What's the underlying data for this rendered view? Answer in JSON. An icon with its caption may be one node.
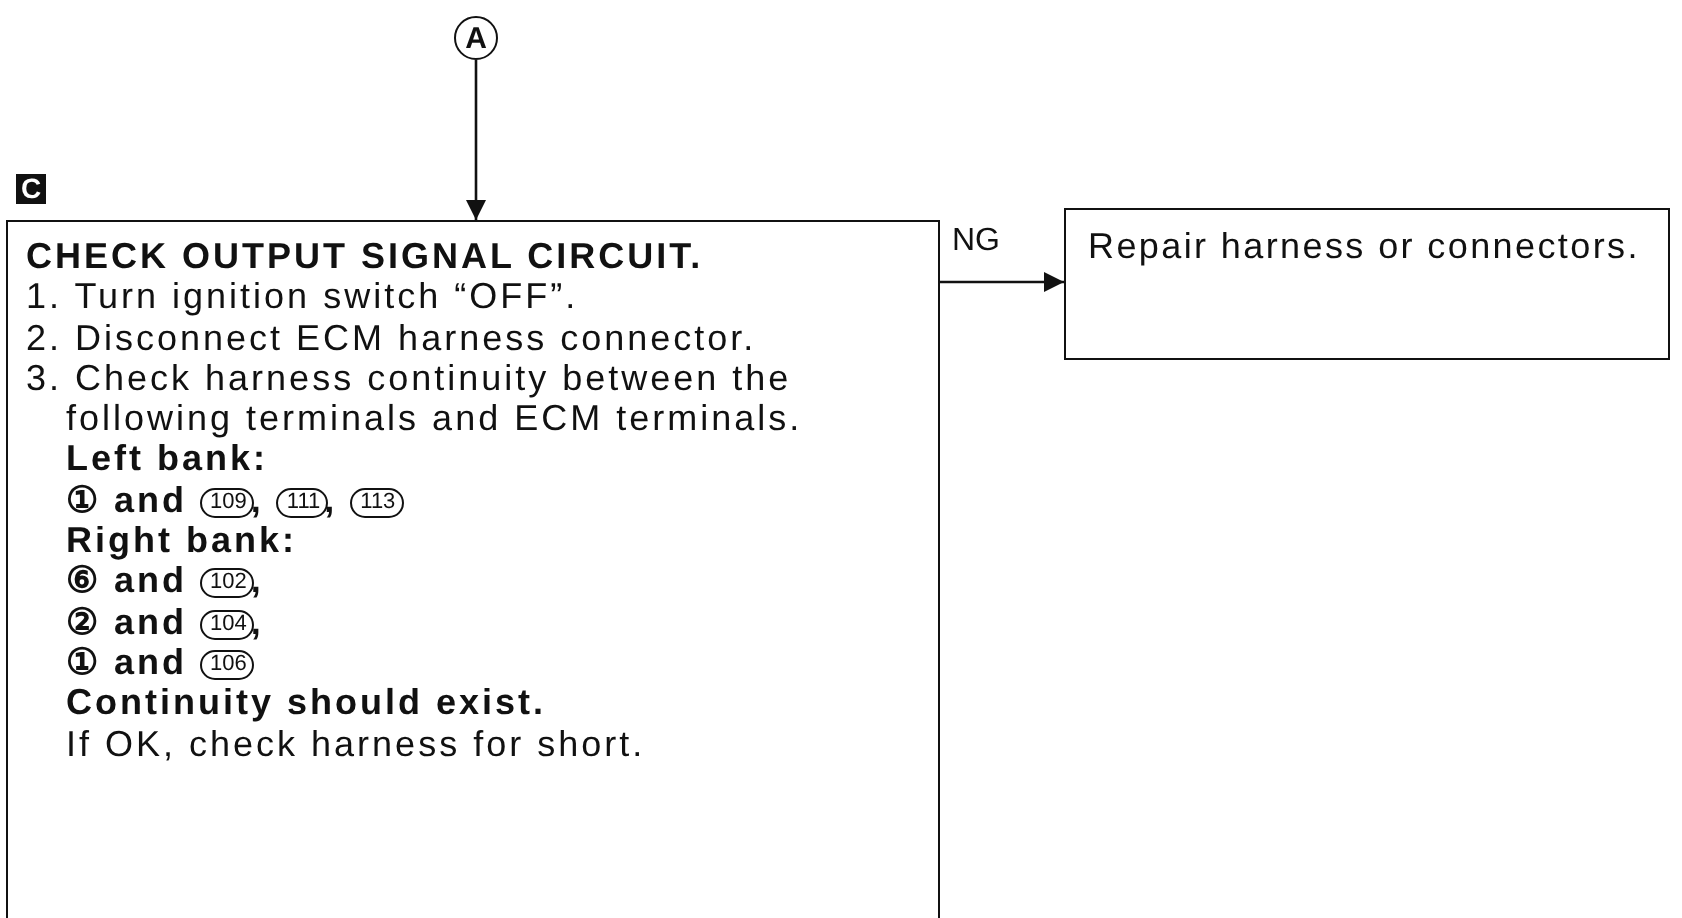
{
  "diagram": {
    "nodes": [
      {
        "text": [
          "A"
        ]
      },
      {
        "text": [
          "CHECK OUTPUT SIGNAL CIRCUIT.",
          "1. Turn ignition switch “OFF”.",
          "2. Disconnect ECM harness connector.",
          "3. Check harness continuity between the following terminals and ECM terminals.",
          "Left bank:",
          "① and 109, 111, 113",
          "Right bank:",
          "⑥ and 102,",
          "② and 104,",
          "① and 106",
          "Continuity should exist.",
          "If OK, check harness for short."
        ],
        "beside": [
          "C"
        ]
      },
      {
        "text": [
          "Repair harness or connectors."
        ]
      }
    ],
    "edges": [
      {
        "from": 0,
        "to": 1,
        "arrow": "to"
      },
      {
        "from": 1,
        "to": 2,
        "arrow": "to",
        "label": "NG"
      }
    ]
  }
}
